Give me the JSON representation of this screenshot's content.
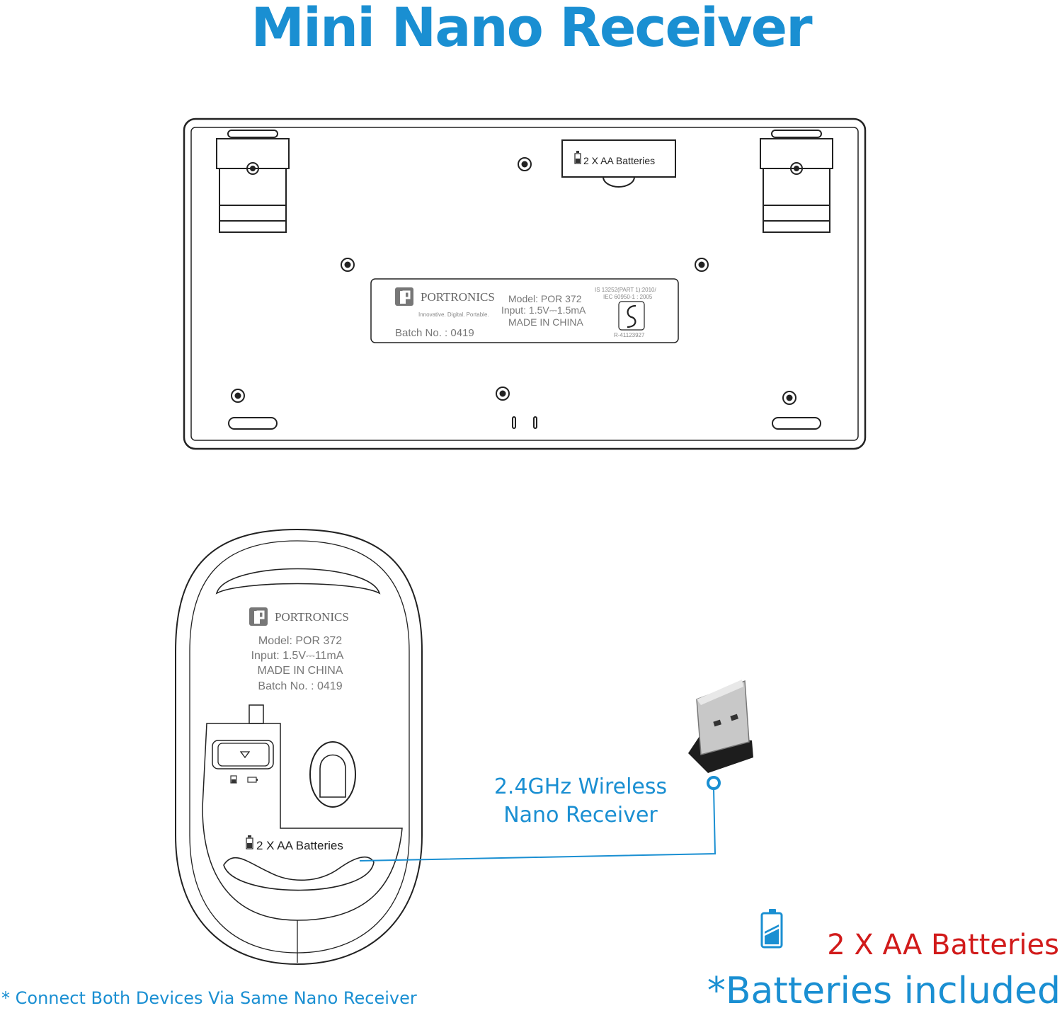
{
  "title": "Mini Nano Receiver",
  "keyboard": {
    "battery_label": "2 X AA Batteries",
    "brand": "PORTRONICS",
    "tagline": "Innovative. Digital. Portable.",
    "model": "Model: POR 372",
    "input": "Input: 1.5V⎓1.5mA",
    "origin": "MADE IN CHINA",
    "batch": "Batch No. : 0419",
    "cert_line1": "IS 13252(PART 1):2010/",
    "cert_line2": "IEC 60950-1 : 2005",
    "cert_reg": "R-41123927"
  },
  "mouse": {
    "brand": "PORTRONICS",
    "model": "Model: POR 372",
    "input": "Input: 1.5V⎓11mA",
    "origin": "MADE IN CHINA",
    "batch": "Batch No. : 0419",
    "battery_label": "2 X AA Batteries"
  },
  "receiver": {
    "label_line1": "2.4GHz Wireless",
    "label_line2": "Nano Receiver"
  },
  "footnote": "* Connect Both Devices Via Same Nano Receiver",
  "batteries_red": "2 X AA Batteries",
  "batteries_included": "*Batteries included",
  "colors": {
    "accent": "#1a8fd2",
    "red": "#d11a1a",
    "line": "#222222"
  },
  "icons": [
    "battery-icon",
    "portronics-logo-icon",
    "certification-icon",
    "usb-receiver-icon"
  ]
}
